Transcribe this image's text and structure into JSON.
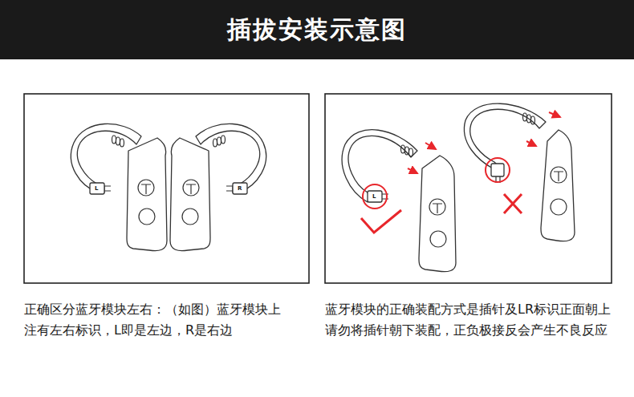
{
  "diagram": {
    "title": "插拔安装示意图",
    "labels": [
      "L",
      "R",
      "L",
      "正确区分蓝牙模块左右：（如图）蓝牙模块上 注有左右标识，L即是左边，R是右边",
      "蓝牙模块的正确装配方式是插针及LR标识正面朝上 请勿将插针朝下装配，正负极接反会产生不良反应"
    ]
  }
}
